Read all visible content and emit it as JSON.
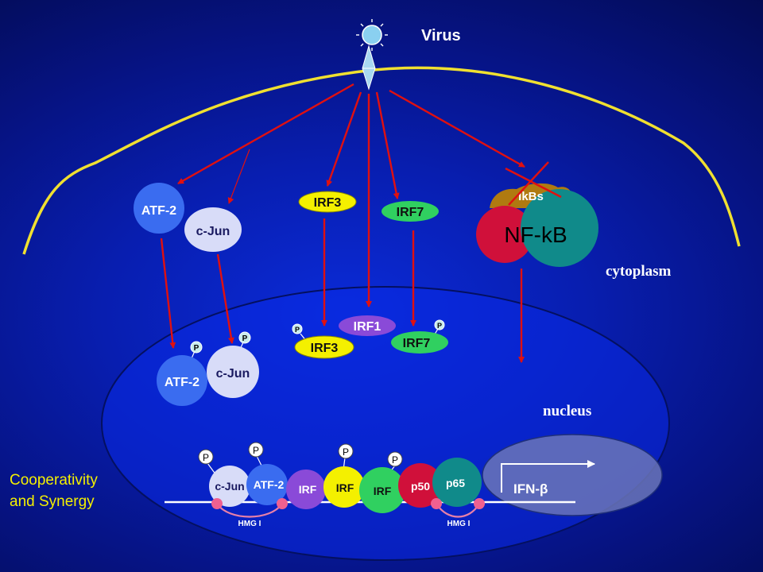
{
  "title_virus": "Virus",
  "region_cytoplasm": "cytoplasm",
  "region_nucleus": "nucleus",
  "caption_line1": "Cooperativity",
  "caption_line2": "and Synergy",
  "cytoplasm": {
    "atf2": "ATF-2",
    "cjun": "c-Jun",
    "irf3": "IRF3",
    "irf7": "IRF7",
    "ikbs": "IkBs",
    "nfkb": "NF-kB"
  },
  "nucleus": {
    "atf2": "ATF-2",
    "cjun": "c-Jun",
    "irf3": "IRF3",
    "irf1": "IRF1",
    "irf7": "IRF7",
    "phospho": "P"
  },
  "promoter": {
    "cjun": "c-Jun",
    "atf2": "ATF-2",
    "irf_a": "IRF",
    "irf_b": "IRF",
    "irf_c": "IRF",
    "p50": "p50",
    "p65": "p65",
    "hmg_left": "HMG I",
    "hmg_right": "HMG I",
    "gene": "IFN-β"
  },
  "colors": {
    "arrow": "#e01010",
    "membrane": "#f0e030",
    "atf2": "#3a6cf0",
    "cjun": "#d8dcf8",
    "irf3": "#f4f000",
    "irf7": "#30d060",
    "irf1": "#8a4ad8",
    "p50": "#d0103a",
    "p65": "#108a8a",
    "ikbs": "#b07a10"
  }
}
